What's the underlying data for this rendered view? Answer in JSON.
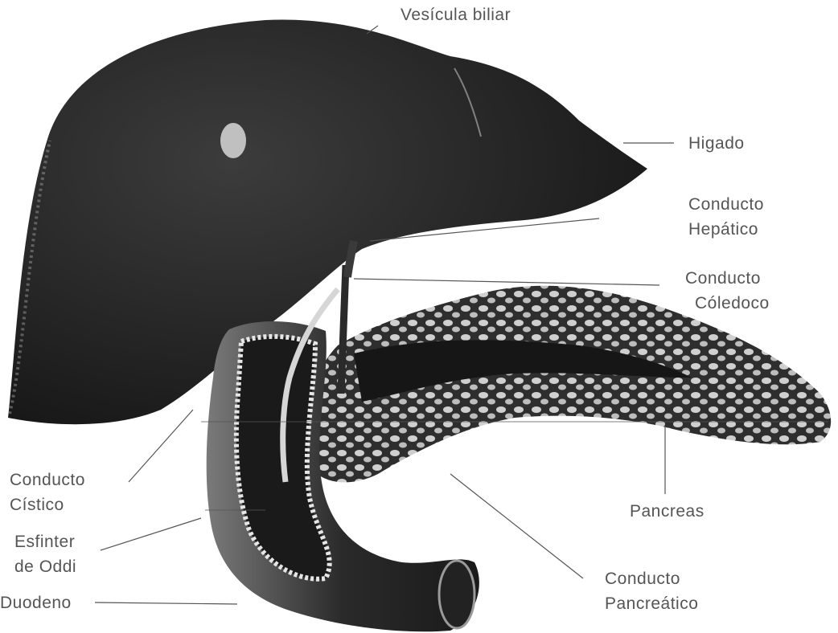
{
  "labels": {
    "vesicula": "Vesícula biliar",
    "higado": "Higado",
    "hepatico_1": "Conducto",
    "hepatico_2": "Hepático",
    "coledoco_1": "Conducto",
    "coledoco_2": "Cóledoco",
    "cistico_1": "Conducto",
    "cistico_2": "Cístico",
    "oddi_1": "Esfinter",
    "oddi_2": "de Oddi",
    "duodeno": "Duodeno",
    "pancreas": "Pancreas",
    "pancreatico_1": "Conducto",
    "pancreatico_2": "Pancreático"
  },
  "colors": {
    "organ_dark": "#1e1e1e",
    "organ_mid": "#3a3a3a",
    "texture_light": "#d9d9d9",
    "leader_line": "#555555",
    "label_text": "#555555"
  }
}
